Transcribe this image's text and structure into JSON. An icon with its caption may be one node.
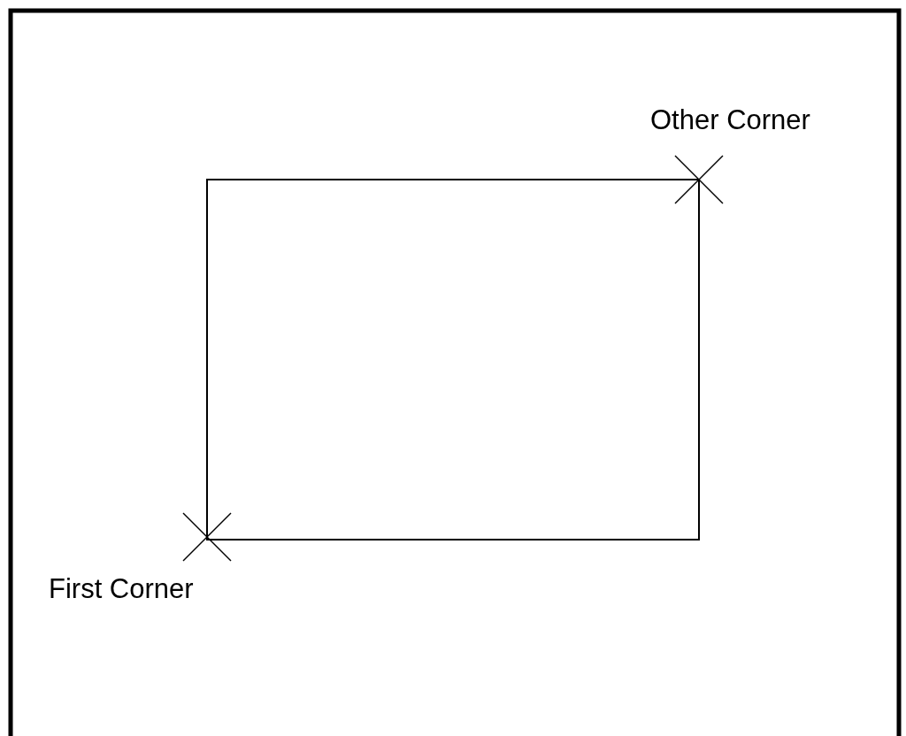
{
  "diagram": {
    "nodes": [
      {
        "text": [],
        "shape": "box"
      }
    ],
    "labels": [
      "Other Corner",
      "First Corner"
    ]
  }
}
